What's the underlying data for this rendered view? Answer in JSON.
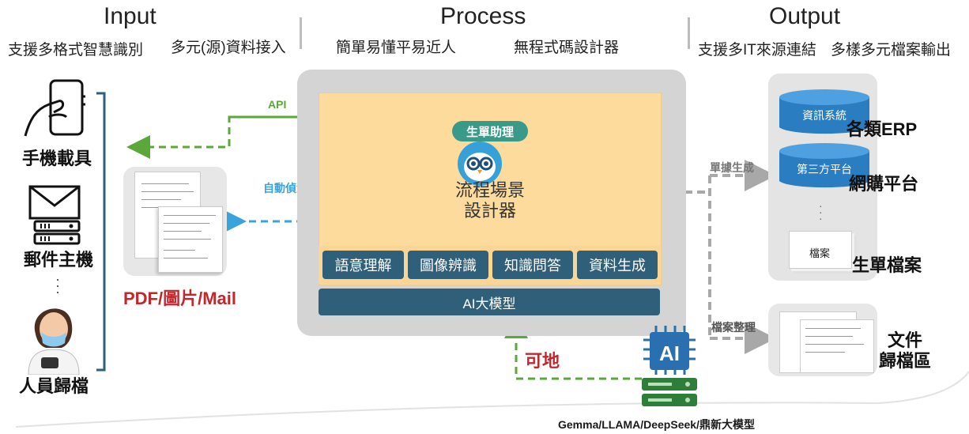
{
  "headers": {
    "input": {
      "title": "Input",
      "subs": [
        "支援多格式智慧識別",
        "多元(源)資料接入"
      ]
    },
    "process": {
      "title": "Process",
      "subs": [
        "簡單易懂平易近人",
        "無程式碼設計器"
      ]
    },
    "output": {
      "title": "Output",
      "subs": [
        "支援多IT來源連結",
        "多樣多元檔案輸出"
      ]
    }
  },
  "inputs": {
    "items": [
      "手機載具",
      "郵件主機",
      "人員歸檔"
    ],
    "docs_label": "PDF/圖片/Mail"
  },
  "process": {
    "api_label": "API",
    "auto_label": "自動偵測",
    "badge": "生單助理",
    "designer": [
      "流程場景",
      "設計器"
    ],
    "capabilities": [
      "語意理解",
      "圖像辨識",
      "知識問答",
      "資料生成"
    ],
    "model_bar": "AI大模型",
    "onprem_label": "可地",
    "models_label": "Gemma/LLAMA/DeepSeek/鼎新大模型",
    "chip_text": "AI"
  },
  "outputs": {
    "gen_label": "單據生成",
    "file_label": "檔案整理",
    "db1": "資訊系統",
    "db2": "第三方平台",
    "file_card": "檔案",
    "erp": "各類ERP",
    "platform": "網購平台",
    "files": "生單檔案",
    "archive": [
      "文件",
      "歸檔區"
    ]
  },
  "colors": {
    "green_arrow": "#5aa83a",
    "blue_arrow": "#39a4dc",
    "gray_arrow": "#a8a8a8",
    "panel": "#fddb9d",
    "model_bar": "#2f5f79",
    "db": "#2a7dc0"
  }
}
